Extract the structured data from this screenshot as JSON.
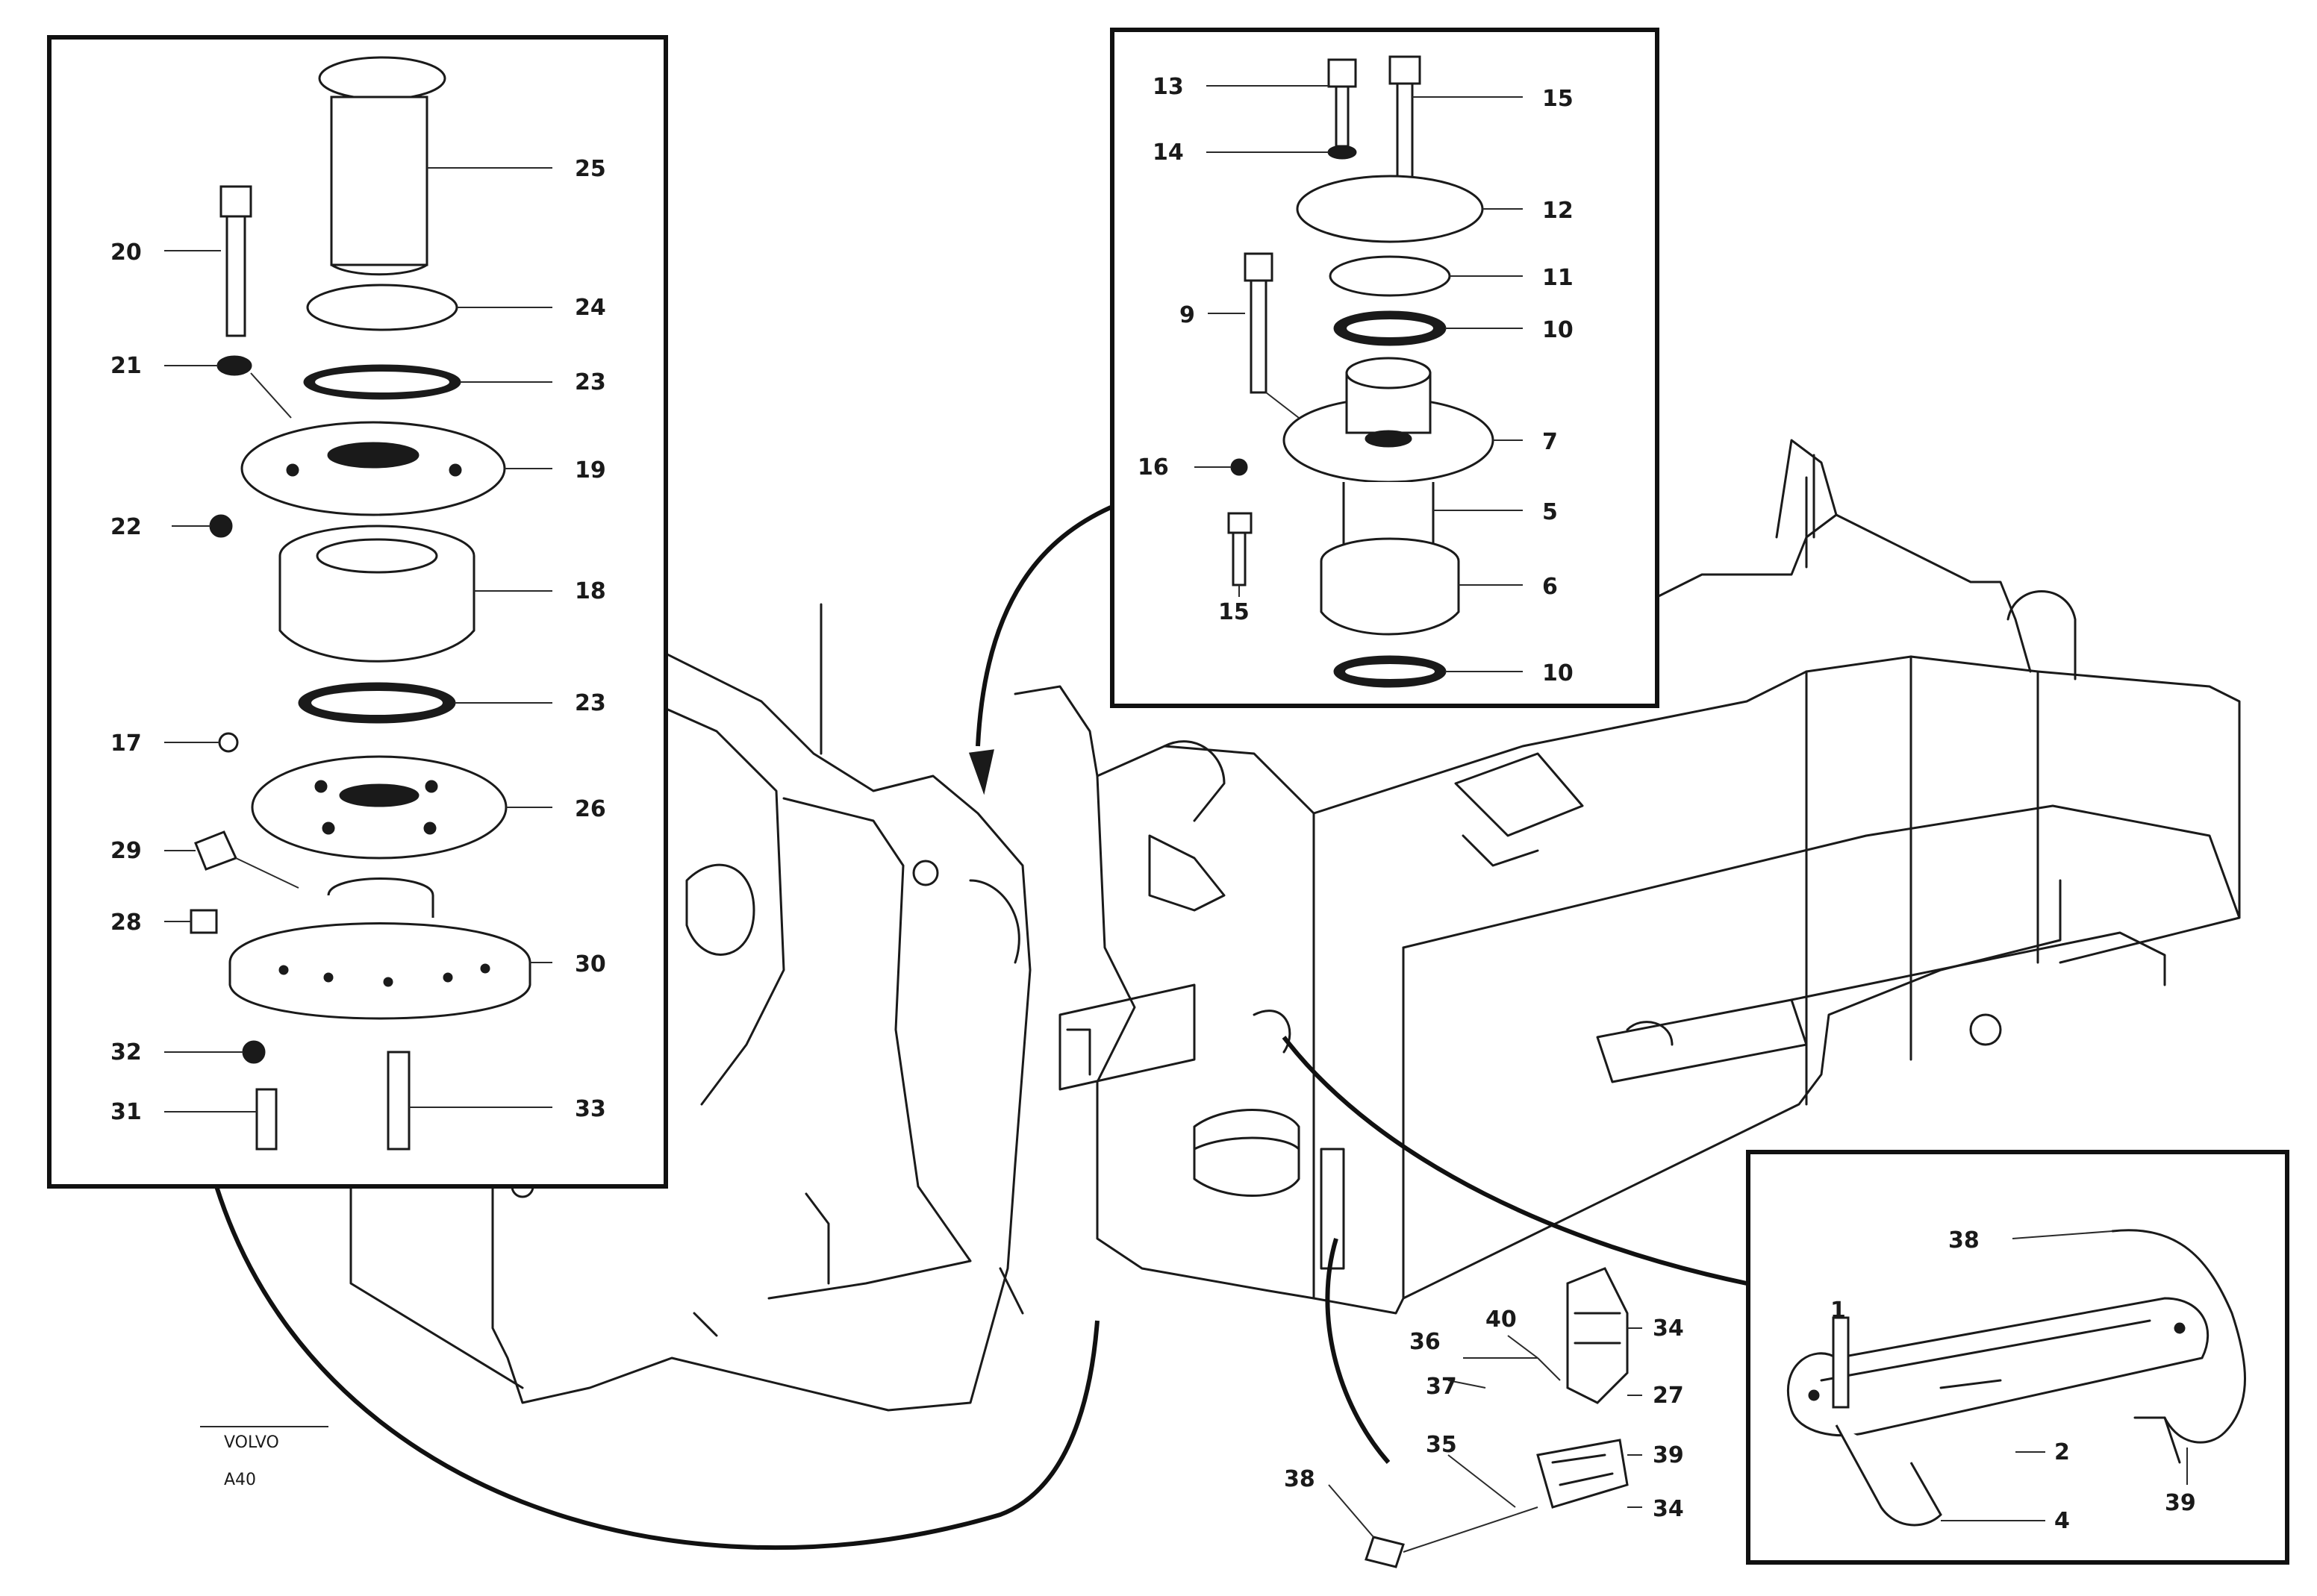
{
  "inset_left": {
    "labels": {
      "l20": "20",
      "l21": "21",
      "l22": "22",
      "l17": "17",
      "l29": "29",
      "l28": "28",
      "l32": "32",
      "l31": "31",
      "r25": "25",
      "r24": "24",
      "r23a": "23",
      "r19": "19",
      "r18": "18",
      "r23b": "23",
      "r26": "26",
      "r30": "30",
      "r33": "33"
    }
  },
  "inset_top": {
    "labels": {
      "l13": "13",
      "l14": "14",
      "l9": "9",
      "l16": "16",
      "l15": "15",
      "r15": "15",
      "r12": "12",
      "r11": "11",
      "r10": "10",
      "r7": "7",
      "r5": "5",
      "r6": "6",
      "r10b": "10"
    }
  },
  "inset_right": {
    "labels": {
      "l1": "1",
      "r38": "38",
      "r2": "2",
      "r4": "4",
      "b39": "39"
    }
  },
  "lower_labels": {
    "c36": "36",
    "c40": "40",
    "c37": "37",
    "c35": "35",
    "c38": "38",
    "c34a": "34",
    "c27": "27",
    "c39": "39",
    "c34b": "34"
  },
  "drawing_code": {
    "line1": "VOLVO",
    "line2": "A40"
  }
}
